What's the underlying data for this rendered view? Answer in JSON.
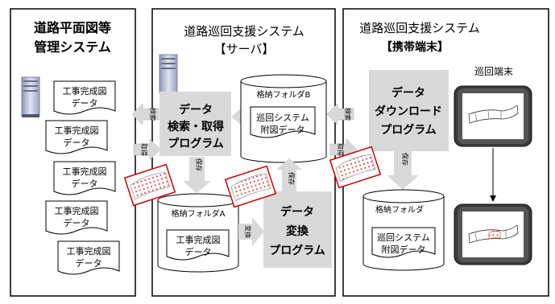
{
  "left_panel": {
    "title_line1": "道路平面図等",
    "title_line2": "管理システム",
    "docs": [
      {
        "line1": "工事完成図",
        "line2": "データ"
      },
      {
        "line1": "工事完成図",
        "line2": "データ"
      },
      {
        "line1": "工事完成図",
        "line2": "データ"
      },
      {
        "line1": "工事完成図",
        "line2": "データ"
      },
      {
        "line1": "工事完成図",
        "line2": "データ"
      }
    ]
  },
  "center_panel": {
    "title_line1": "道路巡回支援システム",
    "title_line2": "【サーバ】",
    "get_program": {
      "line1": "データ",
      "line2": "検索・取得",
      "line3": "プログラム"
    },
    "convert_program": {
      "line1": "データ",
      "line2": "変換",
      "line3": "プログラム"
    },
    "folder_b": {
      "label": "格納フォルダB",
      "doc_line1": "巡回システム",
      "doc_line2": "附図データ"
    },
    "folder_a": {
      "label": "格納フォルダA",
      "doc_line1": "工事完成図",
      "doc_line2": "データ"
    }
  },
  "right_panel": {
    "title_line1": "道路巡回支援システム",
    "title_line2": "【携帯端末】",
    "download_program": {
      "line1": "データ",
      "line2": "ダウンロード",
      "line3": "プログラム"
    },
    "folder": {
      "label": "格納フォルダ",
      "doc_line1": "巡回システム",
      "doc_line2": "附図データ"
    },
    "terminal_label": "巡回端末"
  },
  "arrows": {
    "search_left": "検索",
    "get_left": "取得",
    "save_a": "保存",
    "convert": "変換",
    "save_b": "保存",
    "search_right": "検索",
    "get_right": "取得",
    "save_right": "保存"
  },
  "colors": {
    "program_box": "#d9d9d9",
    "arrow_fill": "#d9d9d9",
    "thumb_border": "#cc0000",
    "thumb_dots": "#e05050",
    "server_body": "#c8d0e8"
  }
}
